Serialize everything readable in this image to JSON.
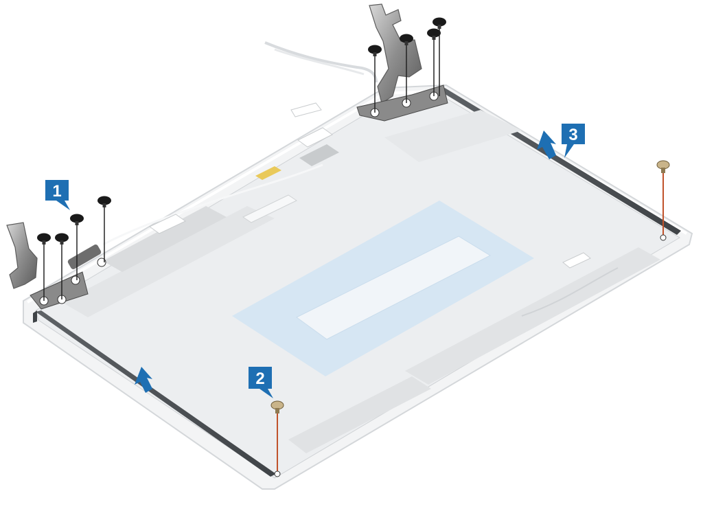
{
  "callouts": [
    {
      "step": "1"
    },
    {
      "step": "2"
    },
    {
      "step": "3"
    }
  ],
  "colors": {
    "callout_blue": "#1e6fb3",
    "arrow_blue": "#1e6fb3",
    "cover_white": "#eef0f2",
    "tape_grey": "#e2e4e6",
    "blue_film": "#dbe9f5",
    "hinge_metal": "#9a9a9a",
    "screw_black": "#1a1a1a",
    "guide_line": "#c0522a"
  }
}
